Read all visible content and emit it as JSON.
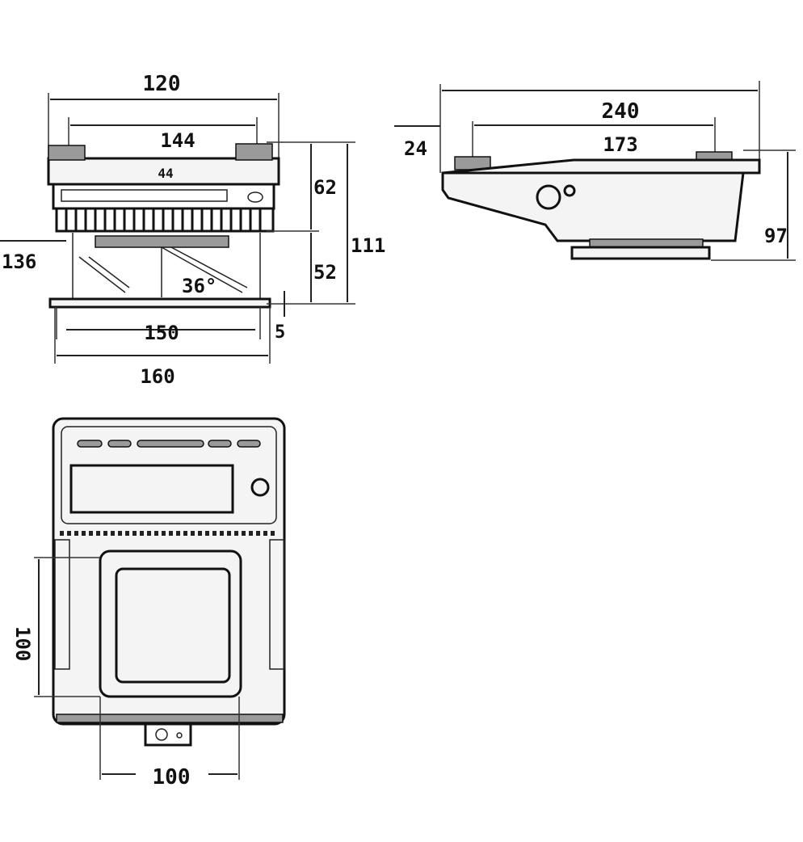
{
  "front_view": {
    "dim_outer_width": "120",
    "dim_inner_width": "144",
    "dim_top_small": "44",
    "dim_height_upper": "62",
    "dim_total_height": "111",
    "dim_height_lower": "52",
    "dim_angle": "36°",
    "dim_side_left": "136",
    "dim_base_inner": "150",
    "dim_base_outer": "160",
    "dim_foot": "5"
  },
  "side_view": {
    "dim_total_length": "240",
    "dim_inner_length": "173",
    "dim_offset": "24",
    "dim_height": "97"
  },
  "top_view": {
    "dim_pan_depth": "100",
    "dim_pan_width": "100"
  }
}
